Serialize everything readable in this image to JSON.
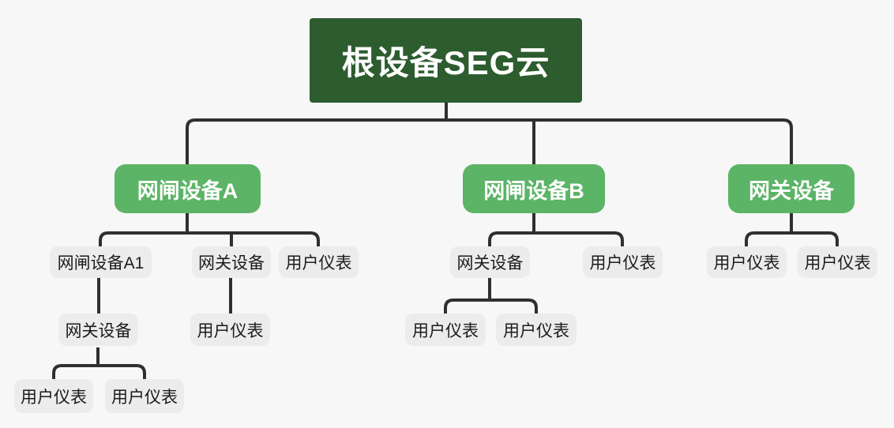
{
  "diagram_title": "根设备SEG云",
  "colors": {
    "page_bg": "#f7f7f8",
    "root_bg": "#2d5c2f",
    "branch_bg": "#5cb466",
    "leaf_bg": "#ececec",
    "line": "#2f2f2f",
    "text_light": "#ffffff",
    "text_dark": "#1c1c1c"
  },
  "nodes": {
    "root": "根设备SEG云",
    "a": "网闸设备A",
    "b": "网闸设备B",
    "r": "网关设备",
    "a1": "网闸设备A1",
    "a_gw": "网关设备",
    "a_meter": "用户仪表",
    "b_gw": "网关设备",
    "b_meter": "用户仪表",
    "r_meter1": "用户仪表",
    "r_meter2": "用户仪表",
    "a1_gw": "网关设备",
    "a_gw_meter": "用户仪表",
    "b_gw_meter1": "用户仪表",
    "b_gw_meter2": "用户仪表",
    "a1_gw_meter1": "用户仪表",
    "a1_gw_meter2": "用户仪表"
  },
  "tree": {
    "label": "根设备SEG云",
    "children": [
      {
        "label": "网闸设备A",
        "children": [
          {
            "label": "网闸设备A1",
            "children": [
              {
                "label": "网关设备",
                "children": [
                  {
                    "label": "用户仪表"
                  },
                  {
                    "label": "用户仪表"
                  }
                ]
              }
            ]
          },
          {
            "label": "网关设备",
            "children": [
              {
                "label": "用户仪表"
              }
            ]
          },
          {
            "label": "用户仪表"
          }
        ]
      },
      {
        "label": "网闸设备B",
        "children": [
          {
            "label": "网关设备",
            "children": [
              {
                "label": "用户仪表"
              },
              {
                "label": "用户仪表"
              }
            ]
          },
          {
            "label": "用户仪表"
          }
        ]
      },
      {
        "label": "网关设备",
        "children": [
          {
            "label": "用户仪表"
          },
          {
            "label": "用户仪表"
          }
        ]
      }
    ]
  }
}
